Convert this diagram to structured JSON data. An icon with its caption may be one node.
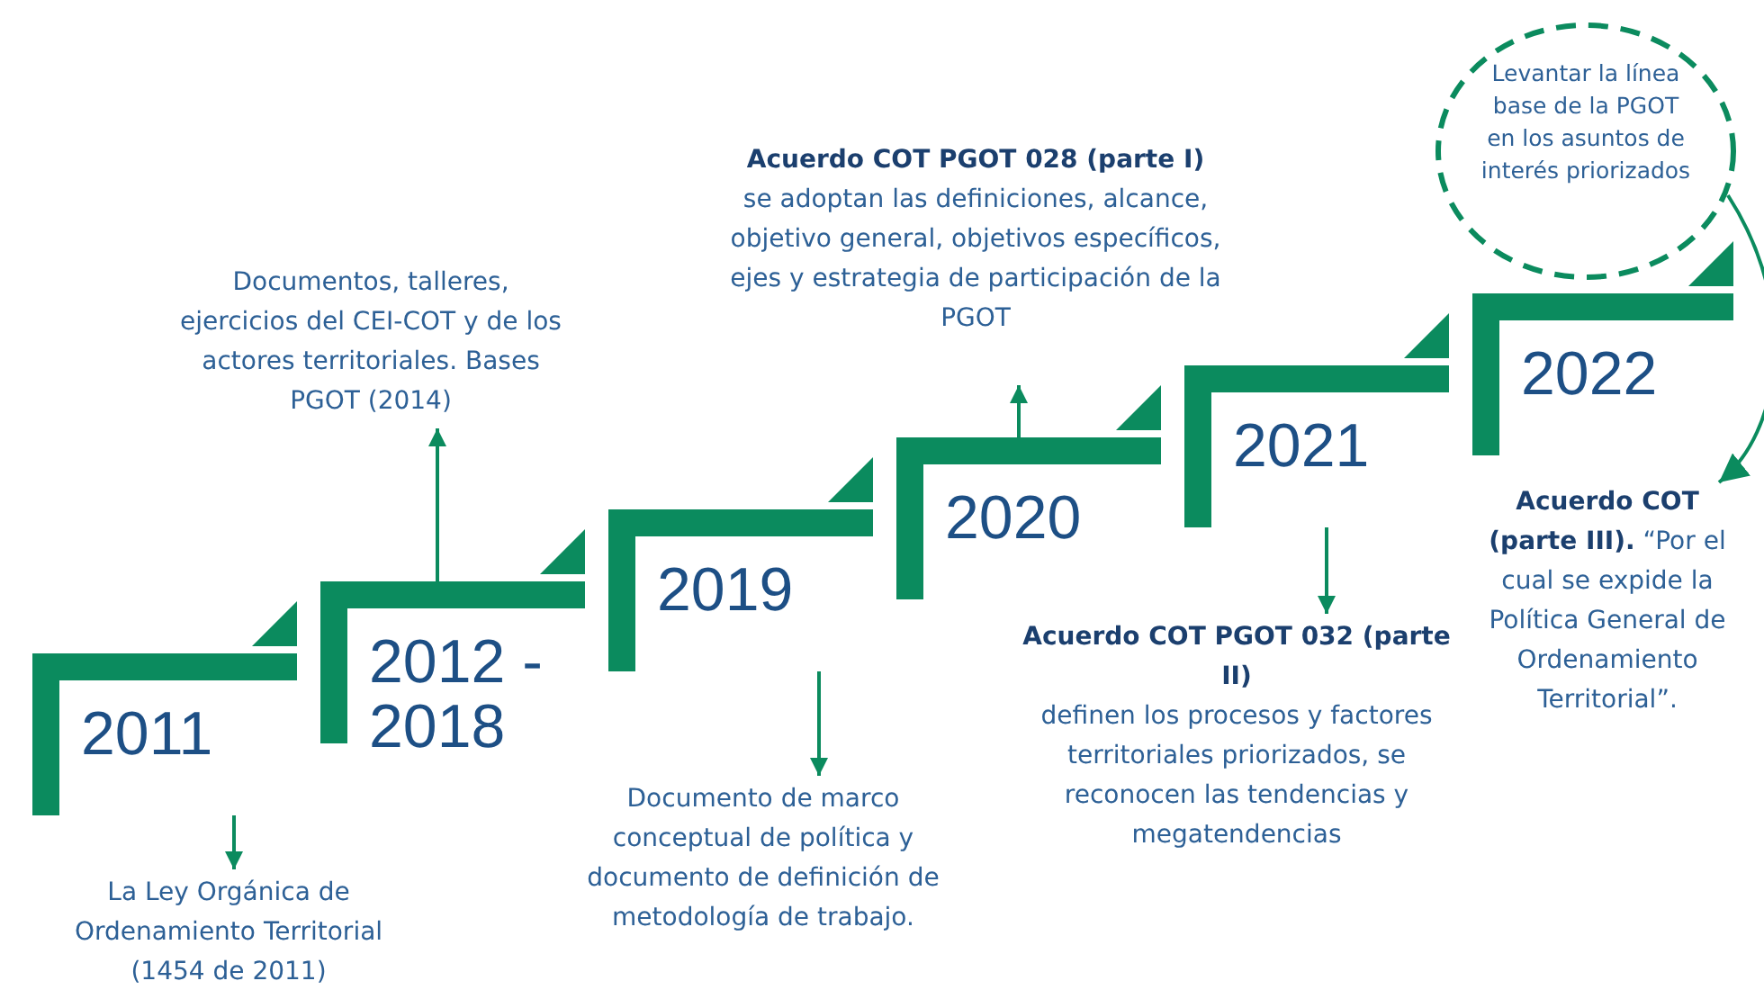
{
  "diagram": {
    "nodes": [
      {
        "text": [
          "2011"
        ]
      },
      {
        "text": [
          "2012 - 2018"
        ]
      },
      {
        "text": [
          "2019"
        ]
      },
      {
        "text": [
          "2020"
        ]
      },
      {
        "text": [
          "2021"
        ]
      },
      {
        "text": [
          "2022"
        ]
      },
      {
        "text": [
          "La Ley Orgánica de Ordenamiento Territorial (1454 de 2011)"
        ]
      },
      {
        "text": [
          "Documentos, talleres, ejercicios del CEI-COT y de los actores territoriales. Bases PGOT (2014)"
        ]
      },
      {
        "text": [
          "Documento de marco conceptual de política y documento de definición de metodología de trabajo."
        ]
      },
      {
        "text": [
          "Acuerdo COT PGOT 028 (parte I)",
          "se adoptan las definiciones, alcance, objetivo general, objetivos específicos, ejes y estrategia de participación de la PGOT"
        ]
      },
      {
        "text": [
          "Acuerdo COT PGOT 032 (parte II)",
          "definen los procesos y factores territoriales priorizados, se reconocen las tendencias y megatendencias"
        ]
      },
      {
        "text": [
          "Levantar la línea base de la PGOT en los asuntos de interés priorizados"
        ]
      },
      {
        "text": [
          "**Acuerdo COT (parte III).** “Por el cual se expide la Política General de Ordenamiento Territorial”."
        ]
      }
    ],
    "edges": [
      {
        "from": 0,
        "to": 6,
        "arrow": "to"
      },
      {
        "from": 1,
        "to": 7,
        "arrow": "to"
      },
      {
        "from": 2,
        "to": 8,
        "arrow": "to"
      },
      {
        "from": 3,
        "to": 9,
        "arrow": "to"
      },
      {
        "from": 4,
        "to": 10,
        "arrow": "to"
      },
      {
        "from": 11,
        "to": 12,
        "arrow": "to"
      }
    ]
  }
}
